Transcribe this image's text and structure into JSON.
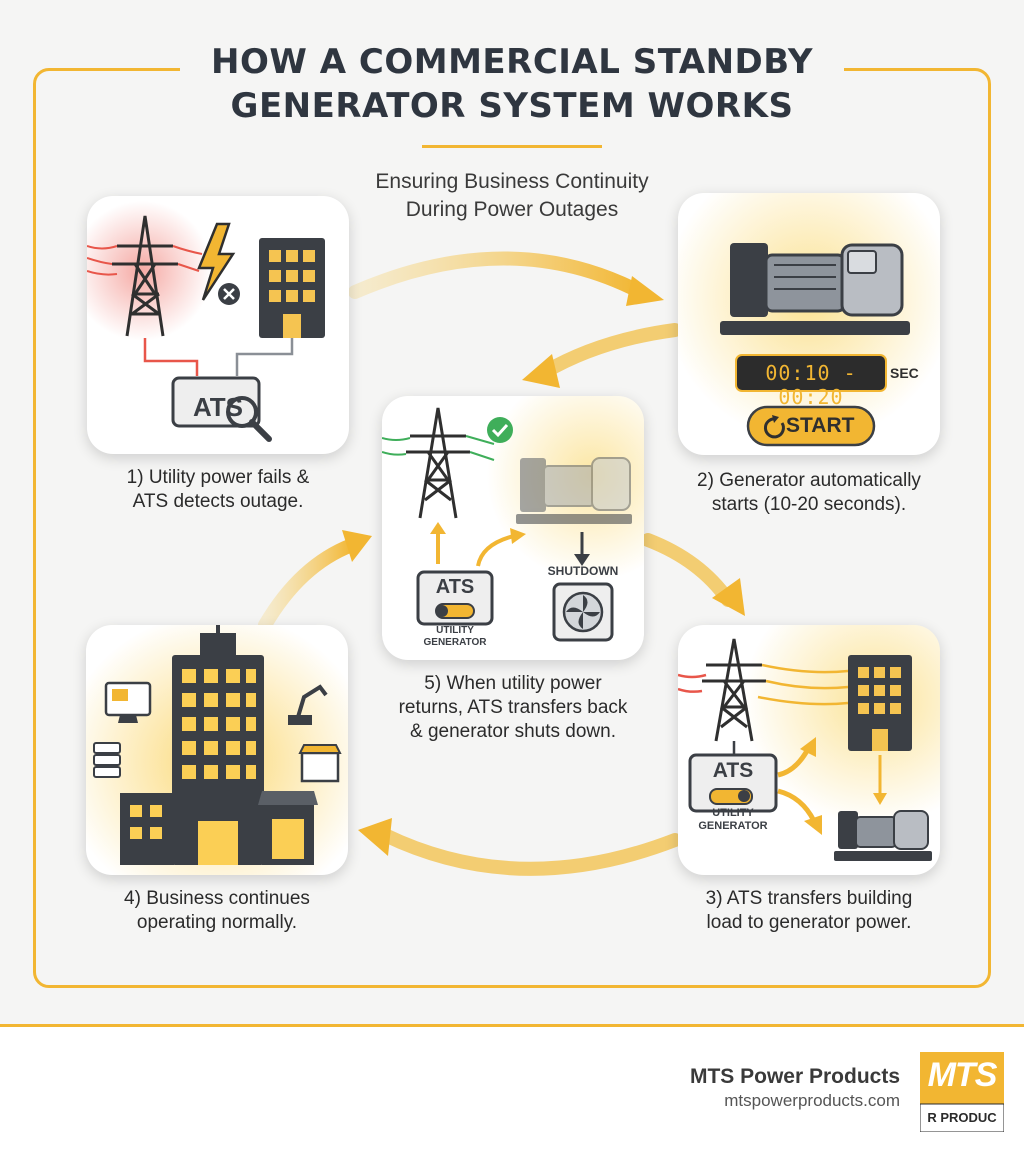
{
  "header": {
    "title_line1": "HOW A COMMERCIAL STANDBY",
    "title_line2": "GENERATOR SYSTEM WORKS",
    "subtitle_line1": "Ensuring Business Continuity",
    "subtitle_line2": "During Power Outages"
  },
  "steps": [
    {
      "line1": "1) Utility power fails &",
      "line2": "ATS detects outage."
    },
    {
      "line1": "2) Generator automatically",
      "line2": "starts (10-20 seconds)."
    },
    {
      "line1": "3) ATS transfers building",
      "line2": "load to generator power."
    },
    {
      "line1": "4) Business continues",
      "line2": "operating normally."
    },
    {
      "line1": "5) When utility power",
      "line2": "returns, ATS transfers back",
      "line3": "& generator shuts down."
    }
  ],
  "card1": {
    "ats_label": "ATS"
  },
  "card2": {
    "timer_text": "00:10 - 00:20",
    "timer_unit": "SEC",
    "start_label": "START"
  },
  "card3": {
    "ats_label": "ATS",
    "switch_top": "UTILITY",
    "switch_bottom": "GENERATOR"
  },
  "card5": {
    "ats_label": "ATS",
    "switch_top": "UTILITY",
    "switch_bottom": "GENERATOR",
    "shutdown_label": "SHUTDOWN"
  },
  "footer": {
    "brand_name": "MTS Power Products",
    "brand_url": "mtspowerproducts.com",
    "logo_text_top": "MTS",
    "logo_text_bottom": "R PRODUC"
  },
  "colors": {
    "accent": "#f2b632",
    "dark": "#3b3f45",
    "alert": "#e8564a",
    "success": "#3fae5a"
  }
}
